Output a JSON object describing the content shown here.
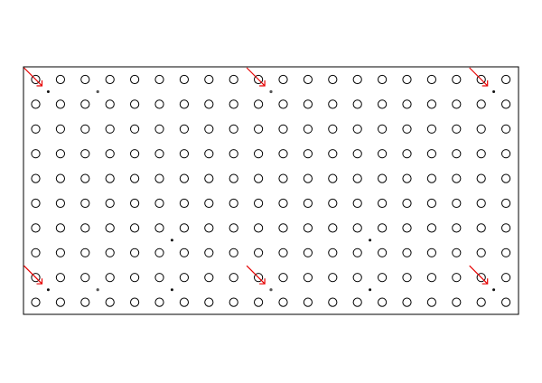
{
  "chart_data": {
    "type": "scatter",
    "grid": {
      "columns": 20,
      "rows": 10,
      "marker": "open-circle"
    },
    "small_dots": [
      {
        "col": 1,
        "row": 0,
        "style": "dark"
      },
      {
        "col": 3,
        "row": 0,
        "style": "light"
      },
      {
        "col": 10,
        "row": 0,
        "style": "light"
      },
      {
        "col": 19,
        "row": 0,
        "style": "dark"
      },
      {
        "col": 6,
        "row": 6,
        "style": "dark"
      },
      {
        "col": 14,
        "row": 6,
        "style": "dark"
      },
      {
        "col": 1,
        "row": 8,
        "style": "dark"
      },
      {
        "col": 3,
        "row": 8,
        "style": "light"
      },
      {
        "col": 6,
        "row": 8,
        "style": "dark"
      },
      {
        "col": 10,
        "row": 8,
        "style": "light"
      },
      {
        "col": 14,
        "row": 8,
        "style": "dark"
      },
      {
        "col": 19,
        "row": 8,
        "style": "dark"
      }
    ],
    "arrows": [
      {
        "target_col": 0,
        "target_row": 0
      },
      {
        "target_col": 9,
        "target_row": 0
      },
      {
        "target_col": 18,
        "target_row": 0
      },
      {
        "target_col": 0,
        "target_row": 8
      },
      {
        "target_col": 9,
        "target_row": 8
      },
      {
        "target_col": 18,
        "target_row": 8
      }
    ],
    "colors": {
      "frame": "#000000",
      "circle": "#000000",
      "dot_dark": "#111111",
      "dot_light": "#555555",
      "arrow": "#e60000"
    }
  }
}
